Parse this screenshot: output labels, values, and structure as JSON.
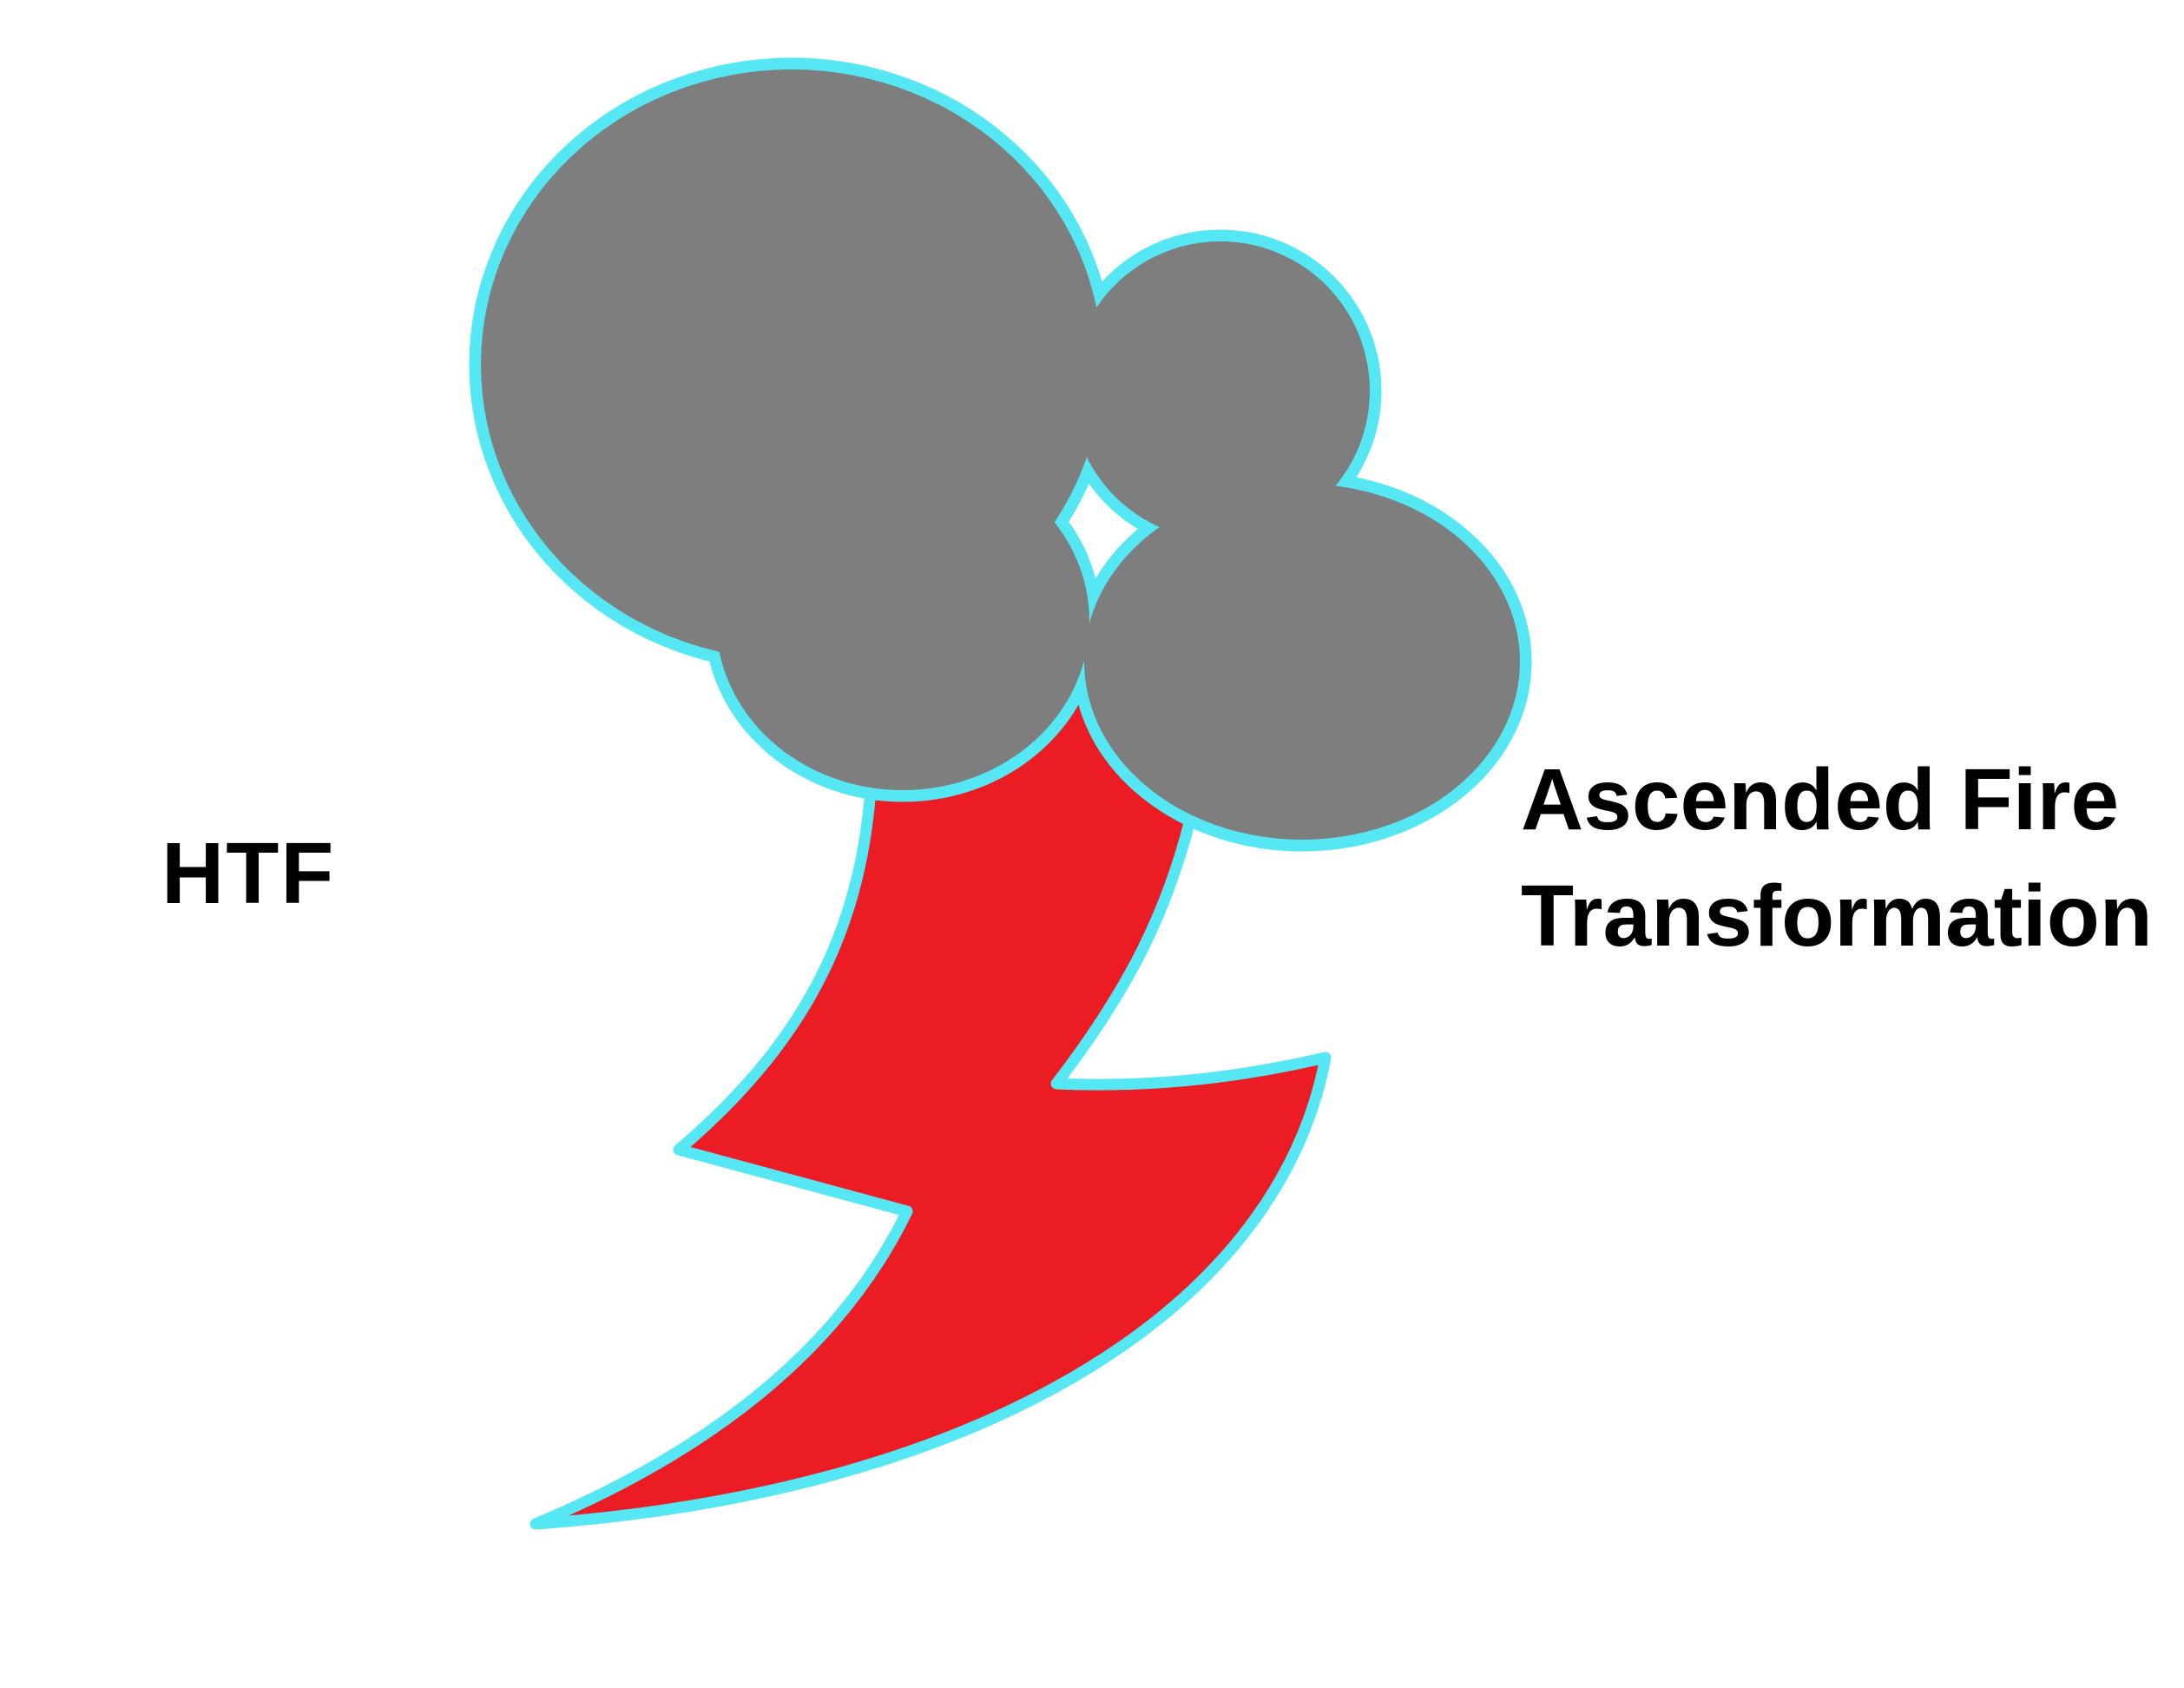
{
  "labels": {
    "left": "HTF",
    "right_line1": "Ascended Fire",
    "right_line2": "Transformation"
  },
  "drawing": {
    "cloud": "storm-cloud",
    "bolt": "lightning-bolt"
  },
  "colors": {
    "background": "#ffffff",
    "cloud_fill": "#7e7e7e",
    "bolt_fill": "#ec1c24",
    "outline": "#55e8f4",
    "text": "#000000"
  }
}
